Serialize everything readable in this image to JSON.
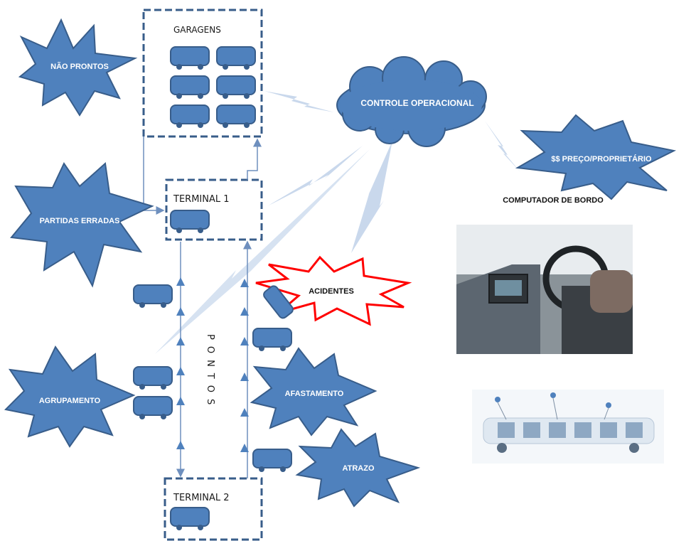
{
  "garage": {
    "label": "GARAGENS"
  },
  "terminal1": {
    "label": "TERMINAL 1"
  },
  "terminal2": {
    "label": "TERMINAL 2"
  },
  "control": {
    "label": "CONTROLE OPERACIONAL"
  },
  "stops_label": "PONTOS",
  "problems": {
    "nao_prontos": "NÃO PRONTOS",
    "partidas_erradas": "PARTIDAS ERRADAS",
    "agrupamento": "AGRUPAMENTO",
    "afastamento": "AFASTAMENTO",
    "atrazo": "ATRAZO",
    "acidentes": "ACIDENTES",
    "preco": "$$ PREÇO/PROPRIETÁRIO"
  },
  "computer_label": "COMPUTADOR DE BORDO",
  "colors": {
    "blue_fill": "#4f81bd",
    "blue_stroke": "#385d8a",
    "dashed_border": "#385d8a",
    "lightning": "#c9d8ec",
    "accident_stroke": "#ff0000"
  }
}
